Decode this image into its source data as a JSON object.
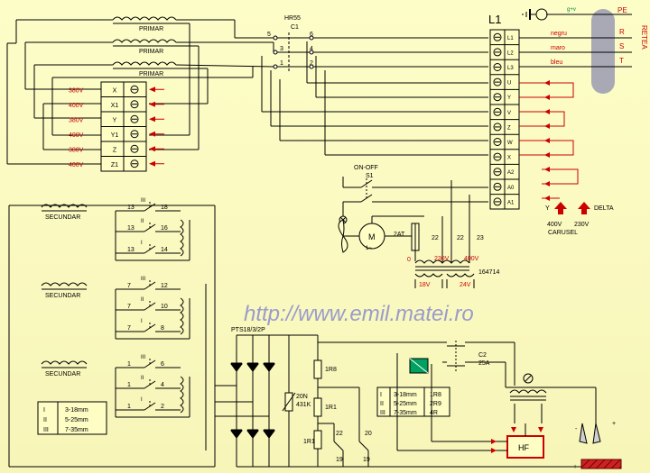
{
  "colors": {
    "background": "#fdfdc4",
    "wire": "#000000",
    "red": "#cc0000",
    "blue": "#1a1ad0",
    "green": "#008a3a",
    "watermark": "#9b9bcc",
    "gray": "#9a9aa8"
  },
  "title": {
    "contactor": "HR55",
    "contactor_sub": "C1",
    "terminal_block": "L1"
  },
  "primary": {
    "label": "PRIMAR"
  },
  "voltage_taps": [
    {
      "volt": "380V",
      "term": "X"
    },
    {
      "volt": "400V",
      "term": "X1"
    },
    {
      "volt": "380V",
      "term": "Y"
    },
    {
      "volt": "400V",
      "term": "Y1"
    },
    {
      "volt": "380V",
      "term": "Z"
    },
    {
      "volt": "400V",
      "term": "Z1"
    }
  ],
  "contactor_pins": [
    "5",
    "6",
    "3",
    "4",
    "1",
    "2"
  ],
  "l1_terminals": [
    "L1",
    "L2",
    "L3",
    "U",
    "Y",
    "V",
    "Z",
    "W",
    "X",
    "A2",
    "A0",
    "A1"
  ],
  "mains": {
    "pe": "PE",
    "r": "R",
    "s": "S",
    "t": "T",
    "vertical": "RETEA",
    "wire_colors": [
      "negru",
      "maro",
      "bleu"
    ],
    "ground_label": "g+v"
  },
  "switch": {
    "label": "ON-OFF",
    "name": "S1"
  },
  "motor": {
    "label": "M",
    "sub": "1~",
    "fuse": "2AT"
  },
  "wire_numbers": [
    "22",
    "22",
    "23"
  ],
  "transformer": {
    "name": "164714",
    "taps": [
      "0",
      "230V",
      "400V"
    ],
    "outputs": [
      "18V",
      "24V"
    ]
  },
  "carusel": {
    "y": "Y",
    "y_volt": "400V",
    "delta": "DELTA",
    "delta_volt": "230V",
    "label": "CARUSEL"
  },
  "secondaries": {
    "label": "SECUNDAR",
    "groups": [
      {
        "left": [
          "13",
          "13",
          "13"
        ],
        "right": [
          "18",
          "16",
          "14"
        ],
        "roman": [
          "III",
          "II",
          "I"
        ]
      },
      {
        "left": [
          "7",
          "7",
          "7"
        ],
        "right": [
          "12",
          "10",
          "8"
        ],
        "roman": [
          "III",
          "II",
          "I"
        ]
      },
      {
        "left": [
          "1",
          "1",
          "1"
        ],
        "right": [
          "6",
          "4",
          "2"
        ],
        "roman": [
          "III",
          "II",
          "I"
        ]
      }
    ]
  },
  "ranges_table_left": {
    "roman": [
      "I",
      "II",
      "III"
    ],
    "mm": [
      "3-18mm",
      "5-25mm",
      "7-35mm"
    ]
  },
  "ranges_table_right": {
    "roman": [
      "I",
      "II",
      "III"
    ],
    "mm": [
      "3-18mm",
      "5-25mm",
      "7-35mm"
    ],
    "r": [
      "1R8",
      "2R9",
      "4R"
    ]
  },
  "rectifier": {
    "label": "PTS18/3/2P",
    "varistor": "20N",
    "varistor2": "431K"
  },
  "resistors": [
    "1R8",
    "1R1",
    "1R1"
  ],
  "bottom_switch_pins": {
    "left": [
      "22",
      "19"
    ],
    "right": [
      "20",
      "19"
    ]
  },
  "contactor2": {
    "name": "C2",
    "rating": "25A"
  },
  "hf": {
    "label": "HF"
  },
  "url": "http://www.emil.matei.ro",
  "polarity": {
    "minus": "-",
    "plus": "+"
  }
}
